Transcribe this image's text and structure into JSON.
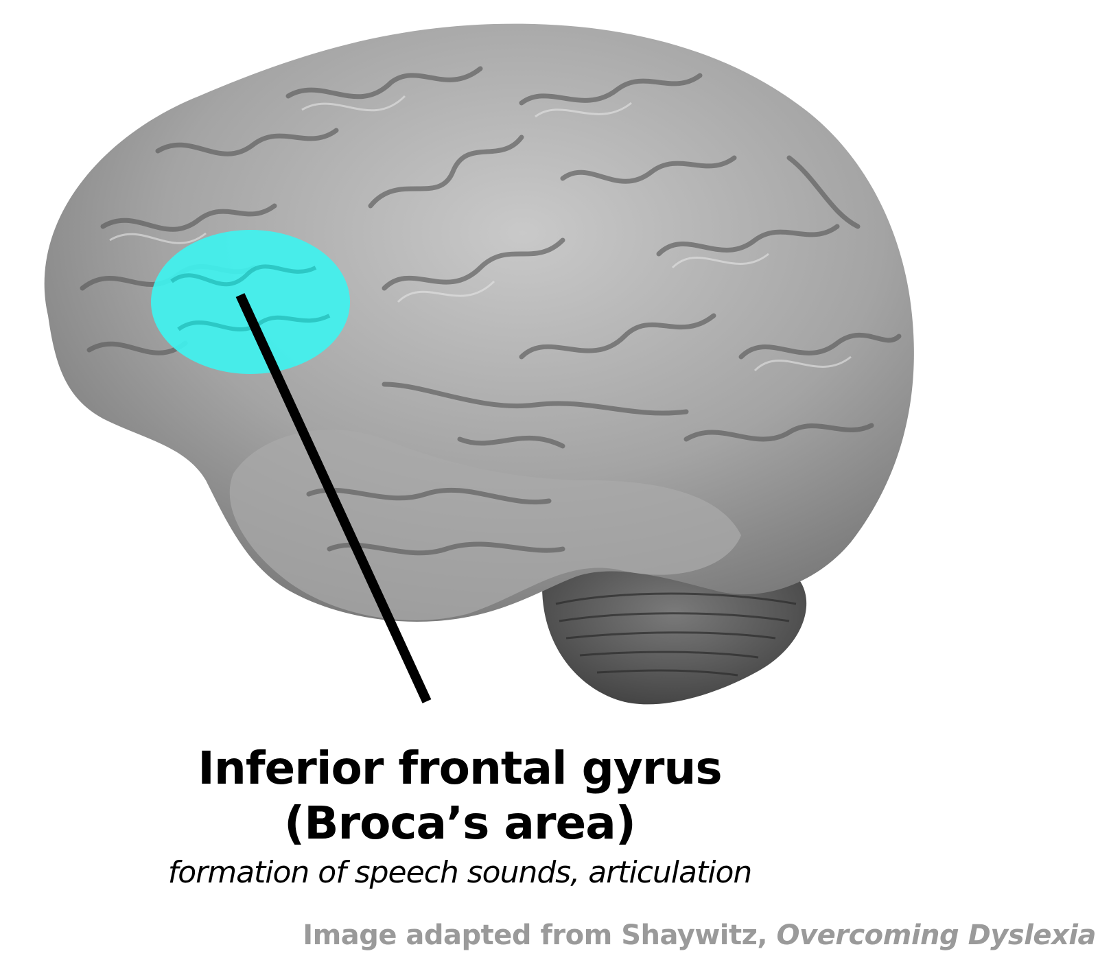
{
  "label": {
    "region_name": "Inferior frontal gyrus",
    "alt_name": "(Broca’s area)",
    "function": "formation of speech sounds, articulation"
  },
  "credit": {
    "prefix": "Image adapted from Shaywitz, ",
    "source_title": "Overcoming Dyslexia"
  },
  "colors": {
    "highlight": "#3ff2ef",
    "brain_fill": "#9c9c9c",
    "text": "#000000",
    "credit_text": "#9a9a9a"
  }
}
